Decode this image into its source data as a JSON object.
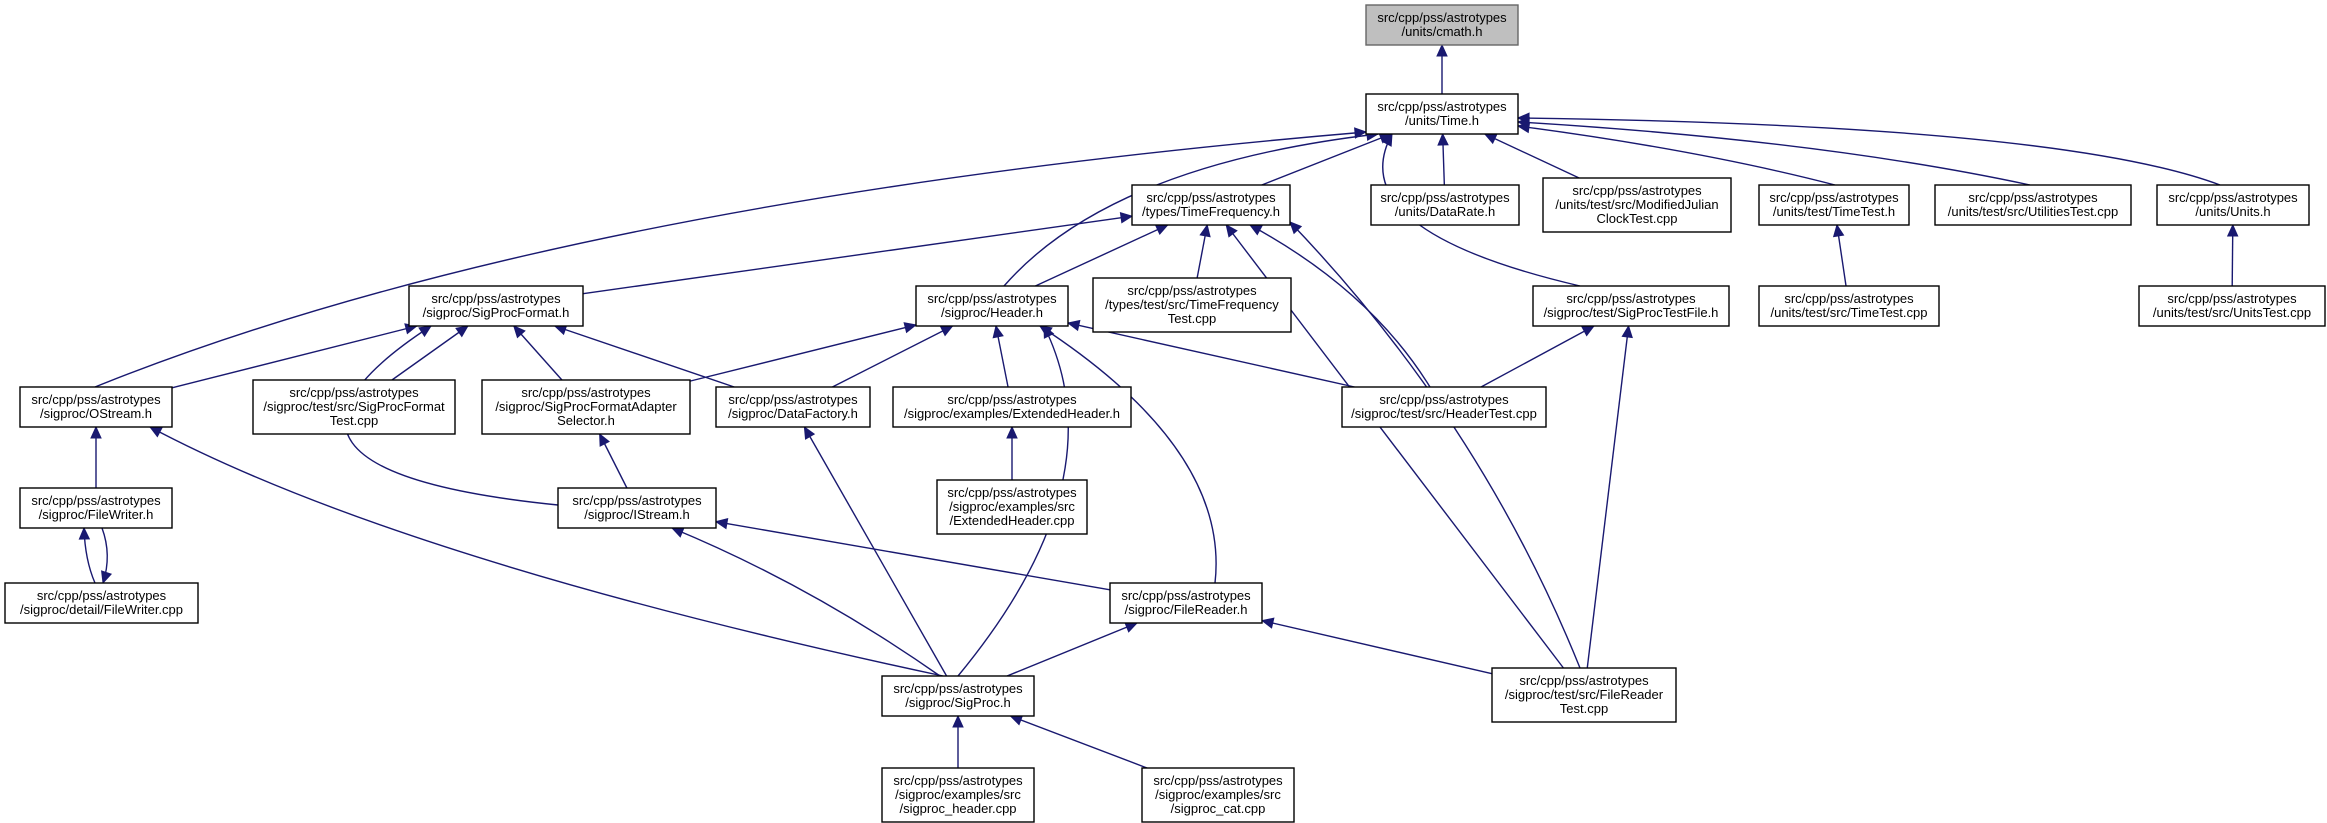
{
  "nodes": [
    {
      "id": "cmath",
      "lines": [
        "src/cpp/pss/astrotypes",
        "/units/cmath.h"
      ],
      "root": true
    },
    {
      "id": "time",
      "lines": [
        "src/cpp/pss/astrotypes",
        "/units/Time.h"
      ]
    },
    {
      "id": "timefreq",
      "lines": [
        "src/cpp/pss/astrotypes",
        "/types/TimeFrequency.h"
      ]
    },
    {
      "id": "datarate",
      "lines": [
        "src/cpp/pss/astrotypes",
        "/units/DataRate.h"
      ]
    },
    {
      "id": "mjd",
      "lines": [
        "src/cpp/pss/astrotypes",
        "/units/test/src/ModifiedJulian",
        "ClockTest.cpp"
      ]
    },
    {
      "id": "timetest",
      "lines": [
        "src/cpp/pss/astrotypes",
        "/units/test/TimeTest.h"
      ]
    },
    {
      "id": "utilities",
      "lines": [
        "src/cpp/pss/astrotypes",
        "/units/test/src/UtilitiesTest.cpp"
      ]
    },
    {
      "id": "unitsh",
      "lines": [
        "src/cpp/pss/astrotypes",
        "/units/Units.h"
      ]
    },
    {
      "id": "sigprocformat",
      "lines": [
        "src/cpp/pss/astrotypes",
        "/sigproc/SigProcFormat.h"
      ]
    },
    {
      "id": "headerh",
      "lines": [
        "src/cpp/pss/astrotypes",
        "/sigproc/Header.h"
      ]
    },
    {
      "id": "tftest",
      "lines": [
        "src/cpp/pss/astrotypes",
        "/types/test/src/TimeFrequency",
        "Test.cpp"
      ]
    },
    {
      "id": "sigproctestfile",
      "lines": [
        "src/cpp/pss/astrotypes",
        "/sigproc/test/SigProcTestFile.h"
      ]
    },
    {
      "id": "timetestcpp",
      "lines": [
        "src/cpp/pss/astrotypes",
        "/units/test/src/TimeTest.cpp"
      ]
    },
    {
      "id": "unitstest",
      "lines": [
        "src/cpp/pss/astrotypes",
        "/units/test/src/UnitsTest.cpp"
      ]
    },
    {
      "id": "ostream",
      "lines": [
        "src/cpp/pss/astrotypes",
        "/sigproc/OStream.h"
      ]
    },
    {
      "id": "spformattest",
      "lines": [
        "src/cpp/pss/astrotypes",
        "/sigproc/test/src/SigProcFormat",
        "Test.cpp"
      ]
    },
    {
      "id": "adapter",
      "lines": [
        "src/cpp/pss/astrotypes",
        "/sigproc/SigProcFormatAdapter",
        "Selector.h"
      ]
    },
    {
      "id": "datafactory",
      "lines": [
        "src/cpp/pss/astrotypes",
        "/sigproc/DataFactory.h"
      ]
    },
    {
      "id": "extheader",
      "lines": [
        "src/cpp/pss/astrotypes",
        "/sigproc/examples/ExtendedHeader.h"
      ]
    },
    {
      "id": "headertest",
      "lines": [
        "src/cpp/pss/astrotypes",
        "/sigproc/test/src/HeaderTest.cpp"
      ]
    },
    {
      "id": "filewriter",
      "lines": [
        "src/cpp/pss/astrotypes",
        "/sigproc/FileWriter.h"
      ]
    },
    {
      "id": "istream",
      "lines": [
        "src/cpp/pss/astrotypes",
        "/sigproc/IStream.h"
      ]
    },
    {
      "id": "extheadercpp",
      "lines": [
        "src/cpp/pss/astrotypes",
        "/sigproc/examples/src",
        "/ExtendedHeader.cpp"
      ]
    },
    {
      "id": "filewritercpp",
      "lines": [
        "src/cpp/pss/astrotypes",
        "/sigproc/detail/FileWriter.cpp"
      ]
    },
    {
      "id": "filereader",
      "lines": [
        "src/cpp/pss/astrotypes",
        "/sigproc/FileReader.h"
      ]
    },
    {
      "id": "sigproch",
      "lines": [
        "src/cpp/pss/astrotypes",
        "/sigproc/SigProc.h"
      ]
    },
    {
      "id": "filereadertest",
      "lines": [
        "src/cpp/pss/astrotypes",
        "/sigproc/test/src/FileReader",
        "Test.cpp"
      ]
    },
    {
      "id": "sigprocheader",
      "lines": [
        "src/cpp/pss/astrotypes",
        "/sigproc/examples/src",
        "/sigproc_header.cpp"
      ]
    },
    {
      "id": "sigproccat",
      "lines": [
        "src/cpp/pss/astrotypes",
        "/sigproc/examples/src",
        "/sigproc_cat.cpp"
      ]
    }
  ],
  "edges": [
    {
      "from": "time",
      "to": "cmath"
    },
    {
      "from": "timefreq",
      "to": "time"
    },
    {
      "from": "datarate",
      "to": "time"
    },
    {
      "from": "mjd",
      "to": "time"
    },
    {
      "from": "timetest",
      "to": "time"
    },
    {
      "from": "utilities",
      "to": "time"
    },
    {
      "from": "unitsh",
      "to": "time"
    },
    {
      "from": "ostream",
      "to": "time"
    },
    {
      "from": "headerh",
      "to": "time"
    },
    {
      "from": "sigproctestfile",
      "to": "time"
    },
    {
      "from": "sigprocformat",
      "to": "timefreq"
    },
    {
      "from": "headerh",
      "to": "timefreq"
    },
    {
      "from": "tftest",
      "to": "timefreq"
    },
    {
      "from": "headertest",
      "to": "timefreq"
    },
    {
      "from": "filereadertest",
      "to": "timefreq"
    },
    {
      "from": "sigproccat",
      "to": "timefreq"
    },
    {
      "from": "timetestcpp",
      "to": "timetest"
    },
    {
      "from": "unitstest",
      "to": "unitsh"
    },
    {
      "from": "ostream",
      "to": "sigprocformat"
    },
    {
      "from": "spformattest",
      "to": "sigprocformat"
    },
    {
      "from": "adapter",
      "to": "sigprocformat"
    },
    {
      "from": "datafactory",
      "to": "sigprocformat"
    },
    {
      "from": "istream",
      "to": "sigprocformat"
    },
    {
      "from": "adapter",
      "to": "headerh"
    },
    {
      "from": "datafactory",
      "to": "headerh"
    },
    {
      "from": "extheader",
      "to": "headerh"
    },
    {
      "from": "headertest",
      "to": "headerh"
    },
    {
      "from": "filereader",
      "to": "headerh"
    },
    {
      "from": "sigproch",
      "to": "headerh"
    },
    {
      "from": "headertest",
      "to": "sigproctestfile"
    },
    {
      "from": "filereadertest",
      "to": "sigproctestfile"
    },
    {
      "from": "filewriter",
      "to": "ostream"
    },
    {
      "from": "sigproch",
      "to": "ostream"
    },
    {
      "from": "istream",
      "to": "adapter"
    },
    {
      "from": "sigproch",
      "to": "datafactory"
    },
    {
      "from": "extheadercpp",
      "to": "extheader"
    },
    {
      "from": "filewritercpp",
      "to": "filewriter"
    },
    {
      "from": "filewriter",
      "to": "filewritercpp"
    },
    {
      "from": "filereader",
      "to": "istream"
    },
    {
      "from": "sigproch",
      "to": "istream"
    },
    {
      "from": "sigproch",
      "to": "filereader"
    },
    {
      "from": "filereadertest",
      "to": "filereader"
    },
    {
      "from": "sigprocheader",
      "to": "sigproch"
    },
    {
      "from": "sigproccat",
      "to": "sigproch"
    }
  ]
}
